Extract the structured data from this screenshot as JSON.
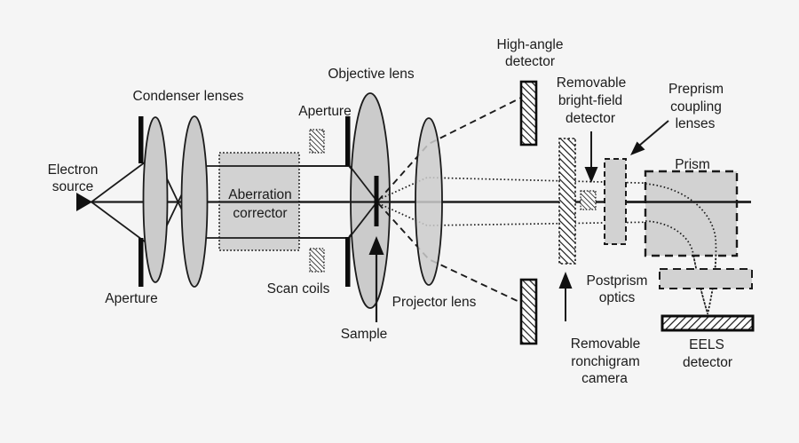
{
  "diagram": {
    "type": "schematic",
    "subject": "Scanning transmission electron microscope column with EELS spectrometer",
    "labels": {
      "electron_source": [
        "Electron",
        "source"
      ],
      "condenser_lenses": "Condenser lenses",
      "aperture_condenser": "Aperture",
      "aberration_corrector": [
        "Aberration",
        "corrector"
      ],
      "scan_coils": "Scan coils",
      "aperture_objective": "Aperture",
      "objective_lens": "Objective lens",
      "sample": "Sample",
      "projector_lens": "Projector lens",
      "high_angle_detector": [
        "High-angle",
        "detector"
      ],
      "bright_field_detector": [
        "Removable",
        "bright-field",
        "detector"
      ],
      "preprism_lenses": [
        "Preprism",
        "coupling",
        "lenses"
      ],
      "prism": "Prism",
      "postprism_optics": [
        "Postprism",
        "optics"
      ],
      "ronchigram_camera": [
        "Removable",
        "ronchigram",
        "camera"
      ],
      "eels_detector": [
        "EELS",
        "detector"
      ]
    },
    "colors": {
      "background": "#f5f5f5",
      "lens_fill": "#cbcbcb",
      "box_fill": "#d2d2d2",
      "ink": "#1b1b1b"
    }
  }
}
